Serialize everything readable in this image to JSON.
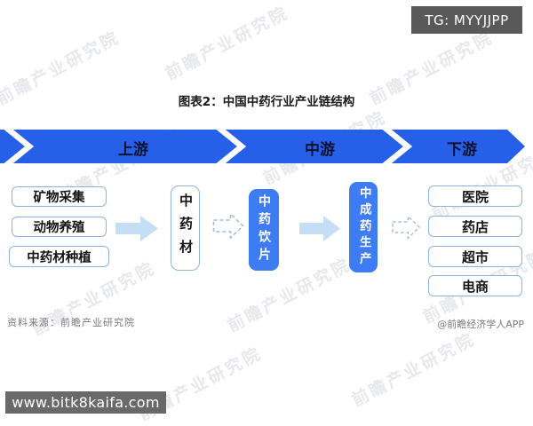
{
  "badge": {
    "text": "TG: MYYJJPP"
  },
  "title": "图表2：中国中药行业产业链结构",
  "ribbon": {
    "segments": [
      {
        "label": "上游"
      },
      {
        "label": "中游"
      },
      {
        "label": "下游"
      }
    ],
    "color": "#2660e9",
    "text_color": "#0b1230"
  },
  "upstream": {
    "items": [
      "矿物采集",
      "动物养殖",
      "中药材种植"
    ]
  },
  "chain": {
    "material": "中药材",
    "pieces": "中药饮片",
    "production": "中成药生产"
  },
  "downstream": {
    "items": [
      "医院",
      "药店",
      "超市",
      "电商"
    ]
  },
  "footer": {
    "source": "资料来源：前瞻产业研究院",
    "credit": "@前瞻经济学人APP"
  },
  "bottom_bar": {
    "url": "www.bitk8kaifa.com"
  },
  "watermark": {
    "text": "前瞻产业研究院"
  },
  "colors": {
    "ribbon_blue": "#2660e9",
    "node_blue": "#3e7cf4",
    "light_arrow": "#c6ddf6",
    "box_border": "#8fb3df",
    "dashed_arrow": "#9cbbde",
    "badge_bg": "#595959",
    "bottom_bar_bg": "#696969"
  }
}
